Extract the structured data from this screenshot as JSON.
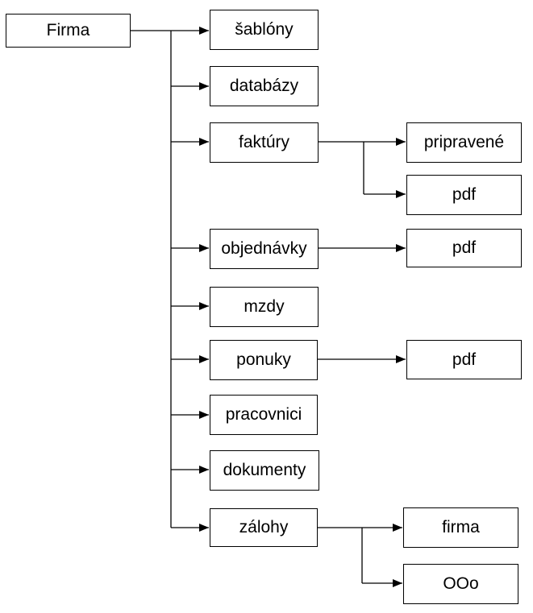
{
  "root": {
    "label": "Firma"
  },
  "level1": [
    {
      "label": "šablóny"
    },
    {
      "label": "databázy"
    },
    {
      "label": "faktúry"
    },
    {
      "label": "objednávky"
    },
    {
      "label": "mzdy"
    },
    {
      "label": "ponuky"
    },
    {
      "label": "pracovnici"
    },
    {
      "label": "dokumenty"
    },
    {
      "label": "zálohy"
    }
  ],
  "level2": {
    "faktury": [
      {
        "label": "pripravené"
      },
      {
        "label": "pdf"
      }
    ],
    "objednavky": [
      {
        "label": "pdf"
      }
    ],
    "ponuky": [
      {
        "label": "pdf"
      }
    ],
    "zalohy": [
      {
        "label": "firma"
      },
      {
        "label": "OOo"
      }
    ]
  },
  "colors": {
    "line": "#000000",
    "box_border": "#000000",
    "background": "#ffffff"
  }
}
